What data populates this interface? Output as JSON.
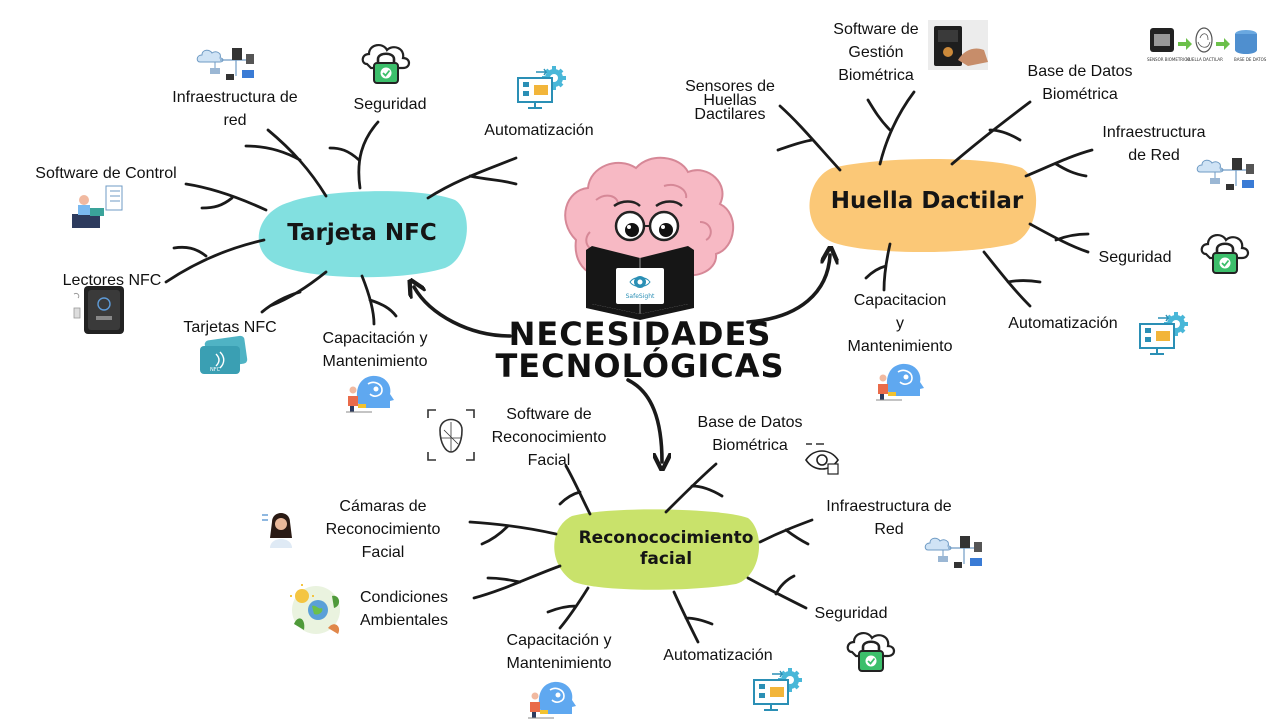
{
  "diagram": {
    "title": "NECESIDADES\nTECNOLÓGICAS",
    "brain_logo": "SafeSight",
    "colors": {
      "nfc": "#82e0e0",
      "fingerprint": "#fbc877",
      "face": "#c9e26b",
      "branch": "#1a1a1a"
    },
    "hubs": {
      "nfc": "Tarjeta NFC",
      "fingerprint": "Huella Dactilar",
      "face": "Reconococimiento\nfacial"
    },
    "nfc_items": {
      "infra": "Infraestructura de\nred",
      "security": "Seguridad",
      "automation": "Automatización",
      "software": "Software de Control",
      "readers": "Lectores NFC",
      "cards": "Tarjetas NFC",
      "training": "Capacitación y\nMantenimiento"
    },
    "fingerprint_items": {
      "sensors": "Sensores de\nHuellas\nDactilares",
      "software": "Software de\nGestión\nBiométrica",
      "database": "Base de Datos\nBiométrica",
      "infra": "Infraestructura\nde Red",
      "security": "Seguridad",
      "automation": "Automatización",
      "training": "Capacitacion\ny\nMantenimiento"
    },
    "fingerprint_flow_labels": [
      "SENSOR BIOMETRICO",
      "HUELLA DACTILAR",
      "BASE DE DATOS"
    ],
    "face_items": {
      "software": "Software de\nReconocimiento\nFacial",
      "database": "Base de Datos\nBiométrica",
      "cameras": "Cámaras de\nReconocimiento\nFacial",
      "conditions": "Condiciones\nAmbientales",
      "training": "Capacitación y\nMantenimiento",
      "automation": "Automatización",
      "security": "Seguridad",
      "infra": "Infraestructura de\nRed"
    },
    "icons": [
      "network-icon",
      "padlock-cloud-icon",
      "automation-gear-icon",
      "control-software-icon",
      "nfc-reader-icon",
      "nfc-card-icon",
      "ai-head-icon",
      "face-scan-icon",
      "eye-scan-icon",
      "person-photo-icon",
      "environment-icon",
      "fingerprint-terminal-photo",
      "biometric-flow-icon"
    ]
  }
}
